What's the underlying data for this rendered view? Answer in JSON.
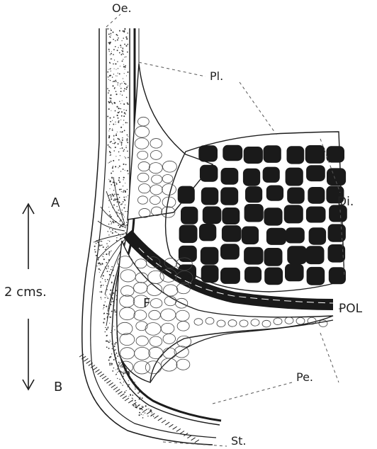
{
  "labels": {
    "oesophagus": "Oe.",
    "pleura": "Pl.",
    "diaphragm": "Di.",
    "fat": "F",
    "pol": "POL",
    "peritoneum": "Pe.",
    "stomach": "St.",
    "point_a": "A",
    "point_b": "B",
    "scale": "2 cms."
  },
  "colors": {
    "ink": "#1c1c1c",
    "muscle_fill": "#1a1a1a",
    "paper": "#ffffff"
  },
  "icons": {
    "scale_arrow_up": "up-arrow-icon",
    "scale_arrow_down": "down-arrow-icon"
  }
}
